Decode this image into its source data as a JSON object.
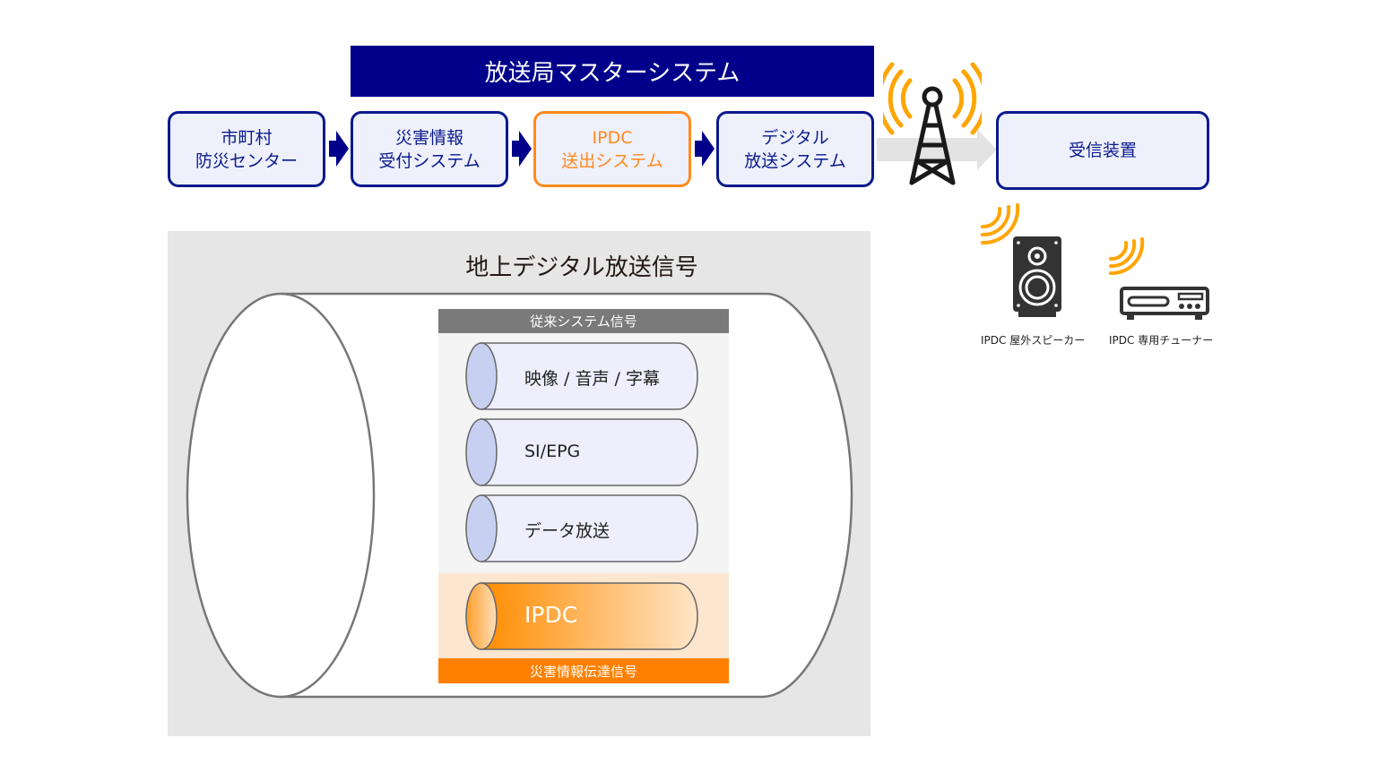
{
  "header": {
    "master_system": "放送局マスターシステム"
  },
  "flow": {
    "nodes": [
      {
        "line1": "市町村",
        "line2": "防災センター"
      },
      {
        "line1": "災害情報",
        "line2": "受付システム"
      },
      {
        "line1": "IPDC",
        "line2": "送出システム"
      },
      {
        "line1": "デジタル",
        "line2": "放送システム"
      }
    ],
    "receiver": "受信装置"
  },
  "signal": {
    "title": "地上デジタル放送信号",
    "legacy_header": "従来システム信号",
    "streams": [
      "映像 / 音声 / 字幕",
      "SI/EPG",
      "データ放送"
    ],
    "ipdc_stream": "IPDC",
    "ipdc_footer": "災害情報伝達信号"
  },
  "devices": {
    "speaker": "IPDC 屋外スピーカー",
    "tuner": "IPDC 専用チューナー"
  },
  "colors": {
    "navy": "#0a1a8c",
    "orange": "#ff8a1c",
    "wave": "#ffa500"
  }
}
